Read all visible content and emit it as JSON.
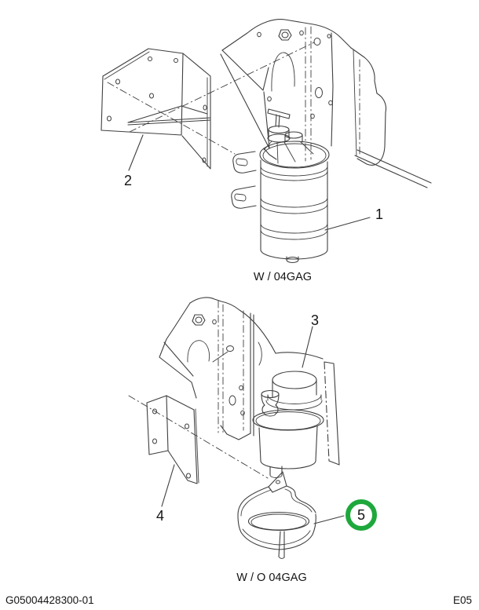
{
  "page": {
    "background": "#ffffff"
  },
  "colors": {
    "line": "#3f3f3f",
    "text": "#141414",
    "highlight_green": "#1ea83c"
  },
  "figures": [
    {
      "id": "with-04gag",
      "caption": "W / 04GAG",
      "parts": [
        {
          "number": "1"
        },
        {
          "number": "2"
        }
      ]
    },
    {
      "id": "without-04gag",
      "caption": "W / O 04GAG",
      "parts": [
        {
          "number": "3"
        },
        {
          "number": "4"
        },
        {
          "number": "5",
          "highlighted": true
        }
      ]
    }
  ],
  "footer": {
    "document_code": "G05004428300-01",
    "page_code": "E05"
  }
}
